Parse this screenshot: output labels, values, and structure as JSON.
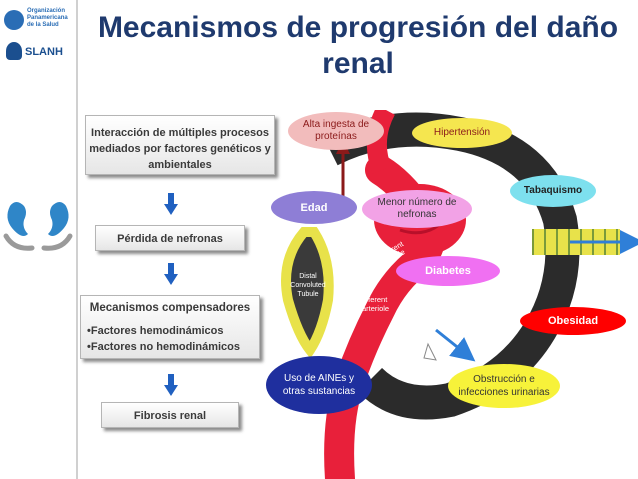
{
  "title": "Mecanismos de progresión del daño renal",
  "logos": {
    "opas_text": "Organización\nPanamericana\nde la Salud",
    "slanh_text": "SLANH"
  },
  "flow": {
    "interaccion": "Interacción de múltiples procesos mediados por factores genéticos y ambientales",
    "perdida": "Pérdida de nefronas",
    "compensadores_title": "Mecanismos compensadores",
    "compensadores_items": [
      "•Factores hemodinámicos",
      "•Factores no hemodinámicos"
    ],
    "fibrosis": "Fibrosis renal"
  },
  "anatomy_labels": {
    "distal": "Distal",
    "convoluted": "Convoluted",
    "tubule": "Tubule",
    "afferent": "afferent",
    "arteriole": "arteriole"
  },
  "factors": {
    "proteinas": "Alta ingesta de proteínas",
    "hipertension": "Hipertensión",
    "edad": "Edad",
    "nefronas": "Menor número de nefronas",
    "tabaquismo": "Tabaquismo",
    "diabetes": "Diabetes",
    "obesidad": "Obesidad",
    "aines": "Uso de AINEs y otras sustancias",
    "obstruccion": "Obstrucción e infecciones urinarias"
  },
  "colors": {
    "title": "#1f3a6e",
    "arrow_blue": "#2060c0",
    "vessel_red": "#e8203a",
    "tubule_yellow": "#e8e24a",
    "capsule_dark": "#2b2b2b"
  }
}
